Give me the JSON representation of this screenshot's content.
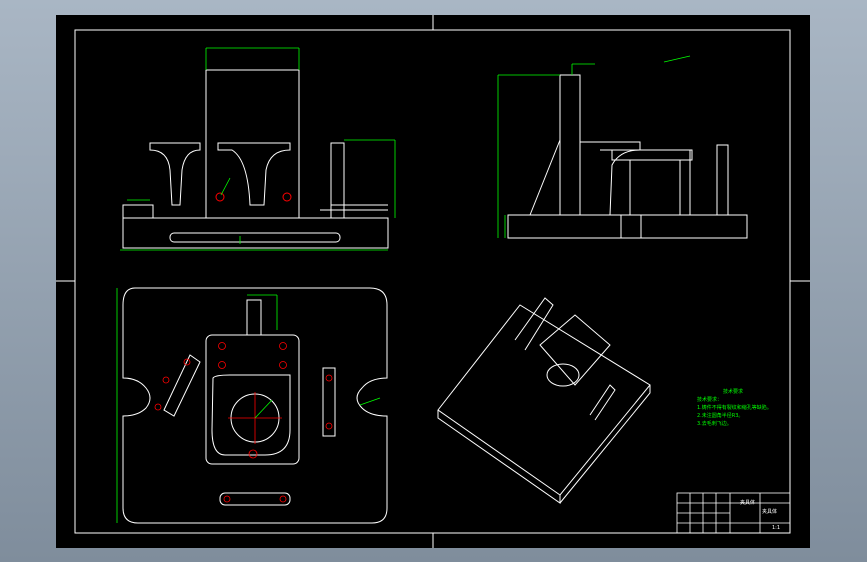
{
  "window": {
    "title": "",
    "zoom": ""
  },
  "colors": {
    "background": "#000000",
    "outline": "#ffffff",
    "dimension": "#00ff00",
    "centerline": "#ff0000",
    "surround": "#9aa8b8"
  },
  "notes": {
    "heading": "技术要求",
    "title": "技术要求：",
    "items": [
      "1.铸件不得有裂纹和缩孔等缺陷。",
      "2.未注圆角半径R3。",
      "3.去毛刺飞边。"
    ]
  },
  "title_block": {
    "drawing_name": "夹具体",
    "part_label": "夹具体",
    "scale": "1:1"
  }
}
